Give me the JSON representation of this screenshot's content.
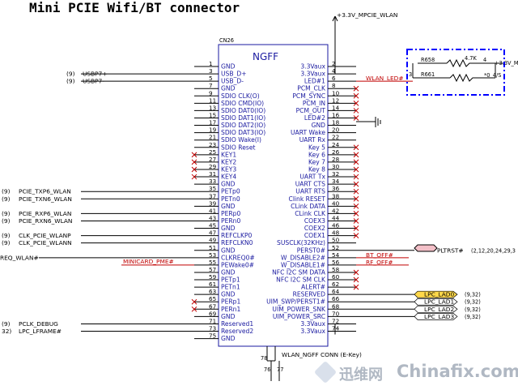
{
  "title": "Mini PCIE Wifi/BT connector",
  "refdes": "CN26",
  "part": "NGFF",
  "power_top": "+3.3V_MPCIE_WLAN",
  "footer_label": "WLAN_NGFF CONN (E-Key)",
  "mount_pins": [
    "78",
    "76",
    "77"
  ],
  "box_resistors": [
    {
      "ref": "R658",
      "value": "4.7K",
      "pin": "4"
    },
    {
      "ref": "R661",
      "value": "*0_4/S",
      "pin": ""
    }
  ],
  "box_right_label": "+3.3V_M",
  "box_pin": "3",
  "watermark": {
    "cn": "迅维网",
    "en": "Chinafix.com"
  },
  "left_pins": [
    {
      "num": "1",
      "name": "GND"
    },
    {
      "num": "3",
      "name": "USB_D+"
    },
    {
      "num": "5",
      "name": "USB_D-"
    },
    {
      "num": "7",
      "name": "GND"
    },
    {
      "num": "9",
      "name": "SDIO CLK(O)"
    },
    {
      "num": "11",
      "name": "SDIO CMD(IO)"
    },
    {
      "num": "13",
      "name": "SDIO DAT0(IO)"
    },
    {
      "num": "15",
      "name": "SDIO DAT1(IO)"
    },
    {
      "num": "17",
      "name": "SDIO DAT2(IO)"
    },
    {
      "num": "19",
      "name": "SDIO DAT3(IO)"
    },
    {
      "num": "21",
      "name": "SDIO Wake(I)"
    },
    {
      "num": "23",
      "name": "SDIO Reset"
    },
    {
      "num": "25",
      "name": "KEY1"
    },
    {
      "num": "27",
      "name": "KEY2"
    },
    {
      "num": "29",
      "name": "KEY3"
    },
    {
      "num": "31",
      "name": "KEY4"
    },
    {
      "num": "33",
      "name": "GND"
    },
    {
      "num": "35",
      "name": "PETp0"
    },
    {
      "num": "37",
      "name": "PETn0"
    },
    {
      "num": "39",
      "name": "GND"
    },
    {
      "num": "41",
      "name": "PERp0"
    },
    {
      "num": "43",
      "name": "PERn0"
    },
    {
      "num": "45",
      "name": "GND"
    },
    {
      "num": "47",
      "name": "REFCLKP0"
    },
    {
      "num": "49",
      "name": "REFCLKN0"
    },
    {
      "num": "51",
      "name": "GND"
    },
    {
      "num": "53",
      "name": "CLKREQ0#"
    },
    {
      "num": "55",
      "name": "PEWake0#"
    },
    {
      "num": "57",
      "name": "GND"
    },
    {
      "num": "59",
      "name": "PETp1"
    },
    {
      "num": "61",
      "name": "PETn1"
    },
    {
      "num": "63",
      "name": "GND"
    },
    {
      "num": "65",
      "name": "PERp1"
    },
    {
      "num": "67",
      "name": "PERn1"
    },
    {
      "num": "69",
      "name": "GND"
    },
    {
      "num": "71",
      "name": "Reserved1"
    },
    {
      "num": "73",
      "name": "Reserved2"
    },
    {
      "num": "75",
      "name": "GND"
    }
  ],
  "right_pins": [
    {
      "num": "2",
      "name": "3.3Vaux"
    },
    {
      "num": "4",
      "name": "3.3Vaux"
    },
    {
      "num": "6",
      "name": "LED#1"
    },
    {
      "num": "8",
      "name": "PCM_CLK"
    },
    {
      "num": "10",
      "name": "PCM_SYNC"
    },
    {
      "num": "12",
      "name": "PCM_IN"
    },
    {
      "num": "14",
      "name": "PCM_OUT"
    },
    {
      "num": "16",
      "name": "LED#2"
    },
    {
      "num": "18",
      "name": "GND"
    },
    {
      "num": "20",
      "name": "UART Wake"
    },
    {
      "num": "22",
      "name": "UART Rx"
    },
    {
      "num": "24",
      "name": "Key 5"
    },
    {
      "num": "26",
      "name": "Key 6"
    },
    {
      "num": "28",
      "name": "Key 7"
    },
    {
      "num": "30",
      "name": "Key 8"
    },
    {
      "num": "32",
      "name": "UART Tx"
    },
    {
      "num": "34",
      "name": "UART CTS"
    },
    {
      "num": "36",
      "name": "UART RTS"
    },
    {
      "num": "38",
      "name": "Clink RESET"
    },
    {
      "num": "40",
      "name": "CLink DATA"
    },
    {
      "num": "42",
      "name": "CLink CLK"
    },
    {
      "num": "44",
      "name": "COEX3"
    },
    {
      "num": "46",
      "name": "COEX2"
    },
    {
      "num": "48",
      "name": "COEX1"
    },
    {
      "num": "50",
      "name": "SUSCLK(32KHz)"
    },
    {
      "num": "52",
      "name": "PERST0#"
    },
    {
      "num": "54",
      "name": "W_DISABLE2#"
    },
    {
      "num": "56",
      "name": "W_DISABLE1#"
    },
    {
      "num": "58",
      "name": "NFC I2C SM DATA"
    },
    {
      "num": "60",
      "name": "NFC I2C SM CLK"
    },
    {
      "num": "62",
      "name": "ALERT#"
    },
    {
      "num": "64",
      "name": "RESERVED"
    },
    {
      "num": "66",
      "name": "UIM_SWP/PERST1#"
    },
    {
      "num": "68",
      "name": "UIM_POWER_SNK"
    },
    {
      "num": "70",
      "name": "UIM_POWER_SRC"
    },
    {
      "num": "72",
      "name": "3.3Vaux"
    },
    {
      "num": "74",
      "name": "3.3Vaux"
    }
  ],
  "left_nets": [
    {
      "pin": "3",
      "ref": "(9)",
      "name": "USBP7+"
    },
    {
      "pin": "5",
      "ref": "(9)",
      "name": "USBP7-"
    },
    {
      "pin": "35",
      "ref": "(9)",
      "name": "PCIE_TXP6_WLAN"
    },
    {
      "pin": "37",
      "ref": "(9)",
      "name": "PCIE_TXN6_WLAN"
    },
    {
      "pin": "41",
      "ref": "(9)",
      "name": "PCIE_RXP6_WLAN"
    },
    {
      "pin": "43",
      "ref": "(9)",
      "name": "PCIE_RXN6_WLAN"
    },
    {
      "pin": "47",
      "ref": "(9)",
      "name": "CLK_PCIE_WLANP"
    },
    {
      "pin": "49",
      "ref": "(9)",
      "name": "CLK_PCIE_WLANN"
    },
    {
      "pin": "53",
      "ref": "",
      "name": "REQ_WLAN#"
    },
    {
      "pin": "71",
      "ref": "(9)",
      "name": "PCLK_DEBUG"
    },
    {
      "pin": "73",
      "ref": "32)",
      "name": "LPC_LFRAME#"
    }
  ],
  "red_left_net": "MINICARD_PME#",
  "red_right_nets": [
    {
      "pin": "6",
      "name": "WLAN_LED#"
    },
    {
      "pin": "54",
      "name": "BT_OFF#"
    },
    {
      "pin": "56",
      "name": "RF_OFF#"
    }
  ],
  "right_outputs": [
    {
      "pin": "52",
      "name": "PLTRST#",
      "ref": "(2,12,20,24,29,3"
    },
    {
      "pin": "64",
      "name": "LPC_LAD0",
      "ref": "(9,32)"
    },
    {
      "pin": "66",
      "name": "LPC_LAD1",
      "ref": "(9,32)"
    },
    {
      "pin": "68",
      "name": "LPC_LAD2",
      "ref": "(9,32)"
    },
    {
      "pin": "70",
      "name": "LPC_LAD3",
      "ref": "(9,32)"
    }
  ],
  "nc_left_pins": [
    "25",
    "27",
    "29",
    "31",
    "65",
    "67"
  ],
  "nc_right_pins": [
    "8",
    "10",
    "12",
    "14",
    "16",
    "24",
    "26",
    "28",
    "30",
    "32",
    "34",
    "36",
    "38",
    "40",
    "42",
    "44",
    "46",
    "48",
    "58",
    "60",
    "62"
  ]
}
